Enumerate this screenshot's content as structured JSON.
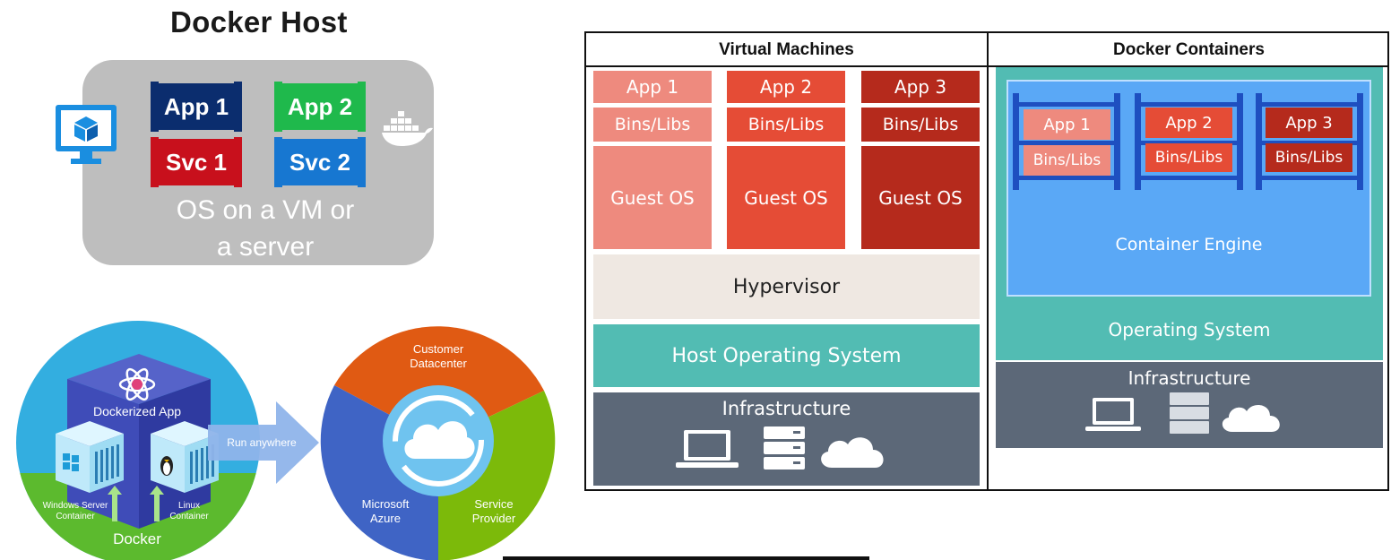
{
  "docker_host": {
    "title": "Docker Host",
    "tiles": [
      {
        "label": "App 1",
        "color": "#0b2d6e"
      },
      {
        "label": "App 2",
        "color": "#1fb94c"
      },
      {
        "label": "Svc 1",
        "color": "#c8101c"
      },
      {
        "label": "Svc 2",
        "color": "#1777d1"
      }
    ],
    "os_line1": "OS on a VM or",
    "os_line2": "a server",
    "icons": [
      "monitor-cube-icon",
      "docker-whale-icon"
    ]
  },
  "comparison": {
    "vm_header": "Virtual Machines",
    "containers_header": "Docker Containers",
    "vm": {
      "columns": [
        {
          "app": "App 1",
          "bins": "Bins/Libs",
          "os": "Guest OS",
          "color": "#ee8a7e"
        },
        {
          "app": "App 2",
          "bins": "Bins/Libs",
          "os": "Guest OS",
          "color": "#e54c36"
        },
        {
          "app": "App 3",
          "bins": "Bins/Libs",
          "os": "Guest OS",
          "color": "#b52a1c"
        }
      ],
      "hypervisor": "Hypervisor",
      "host_os": "Host Operating System",
      "infrastructure": "Infrastructure"
    },
    "containers": {
      "items": [
        {
          "app": "App 1",
          "bins": "Bins/Libs",
          "color": "#ee8a7e"
        },
        {
          "app": "App 2",
          "bins": "Bins/Libs",
          "color": "#e54c36"
        },
        {
          "app": "App 3",
          "bins": "Bins/Libs",
          "color": "#b52a1c"
        }
      ],
      "engine": "Container Engine",
      "os": "Operating System",
      "infrastructure": "Infrastructure"
    },
    "colors": {
      "teal": "#52bcb3",
      "slate": "#5c6878",
      "hypervisor_bg": "#efe8e2",
      "engine_bg": "#5aa8f6"
    }
  },
  "run_anywhere": {
    "dockerized_app": "Dockerized App",
    "windows_container": "Windows Server Container",
    "linux_container": "Linux Container",
    "docker": "Docker",
    "arrow_label": "Run anywhere",
    "customer_datacenter": "Customer Datacenter",
    "microsoft_azure": "Microsoft Azure",
    "service_provider": "Service Provider"
  }
}
